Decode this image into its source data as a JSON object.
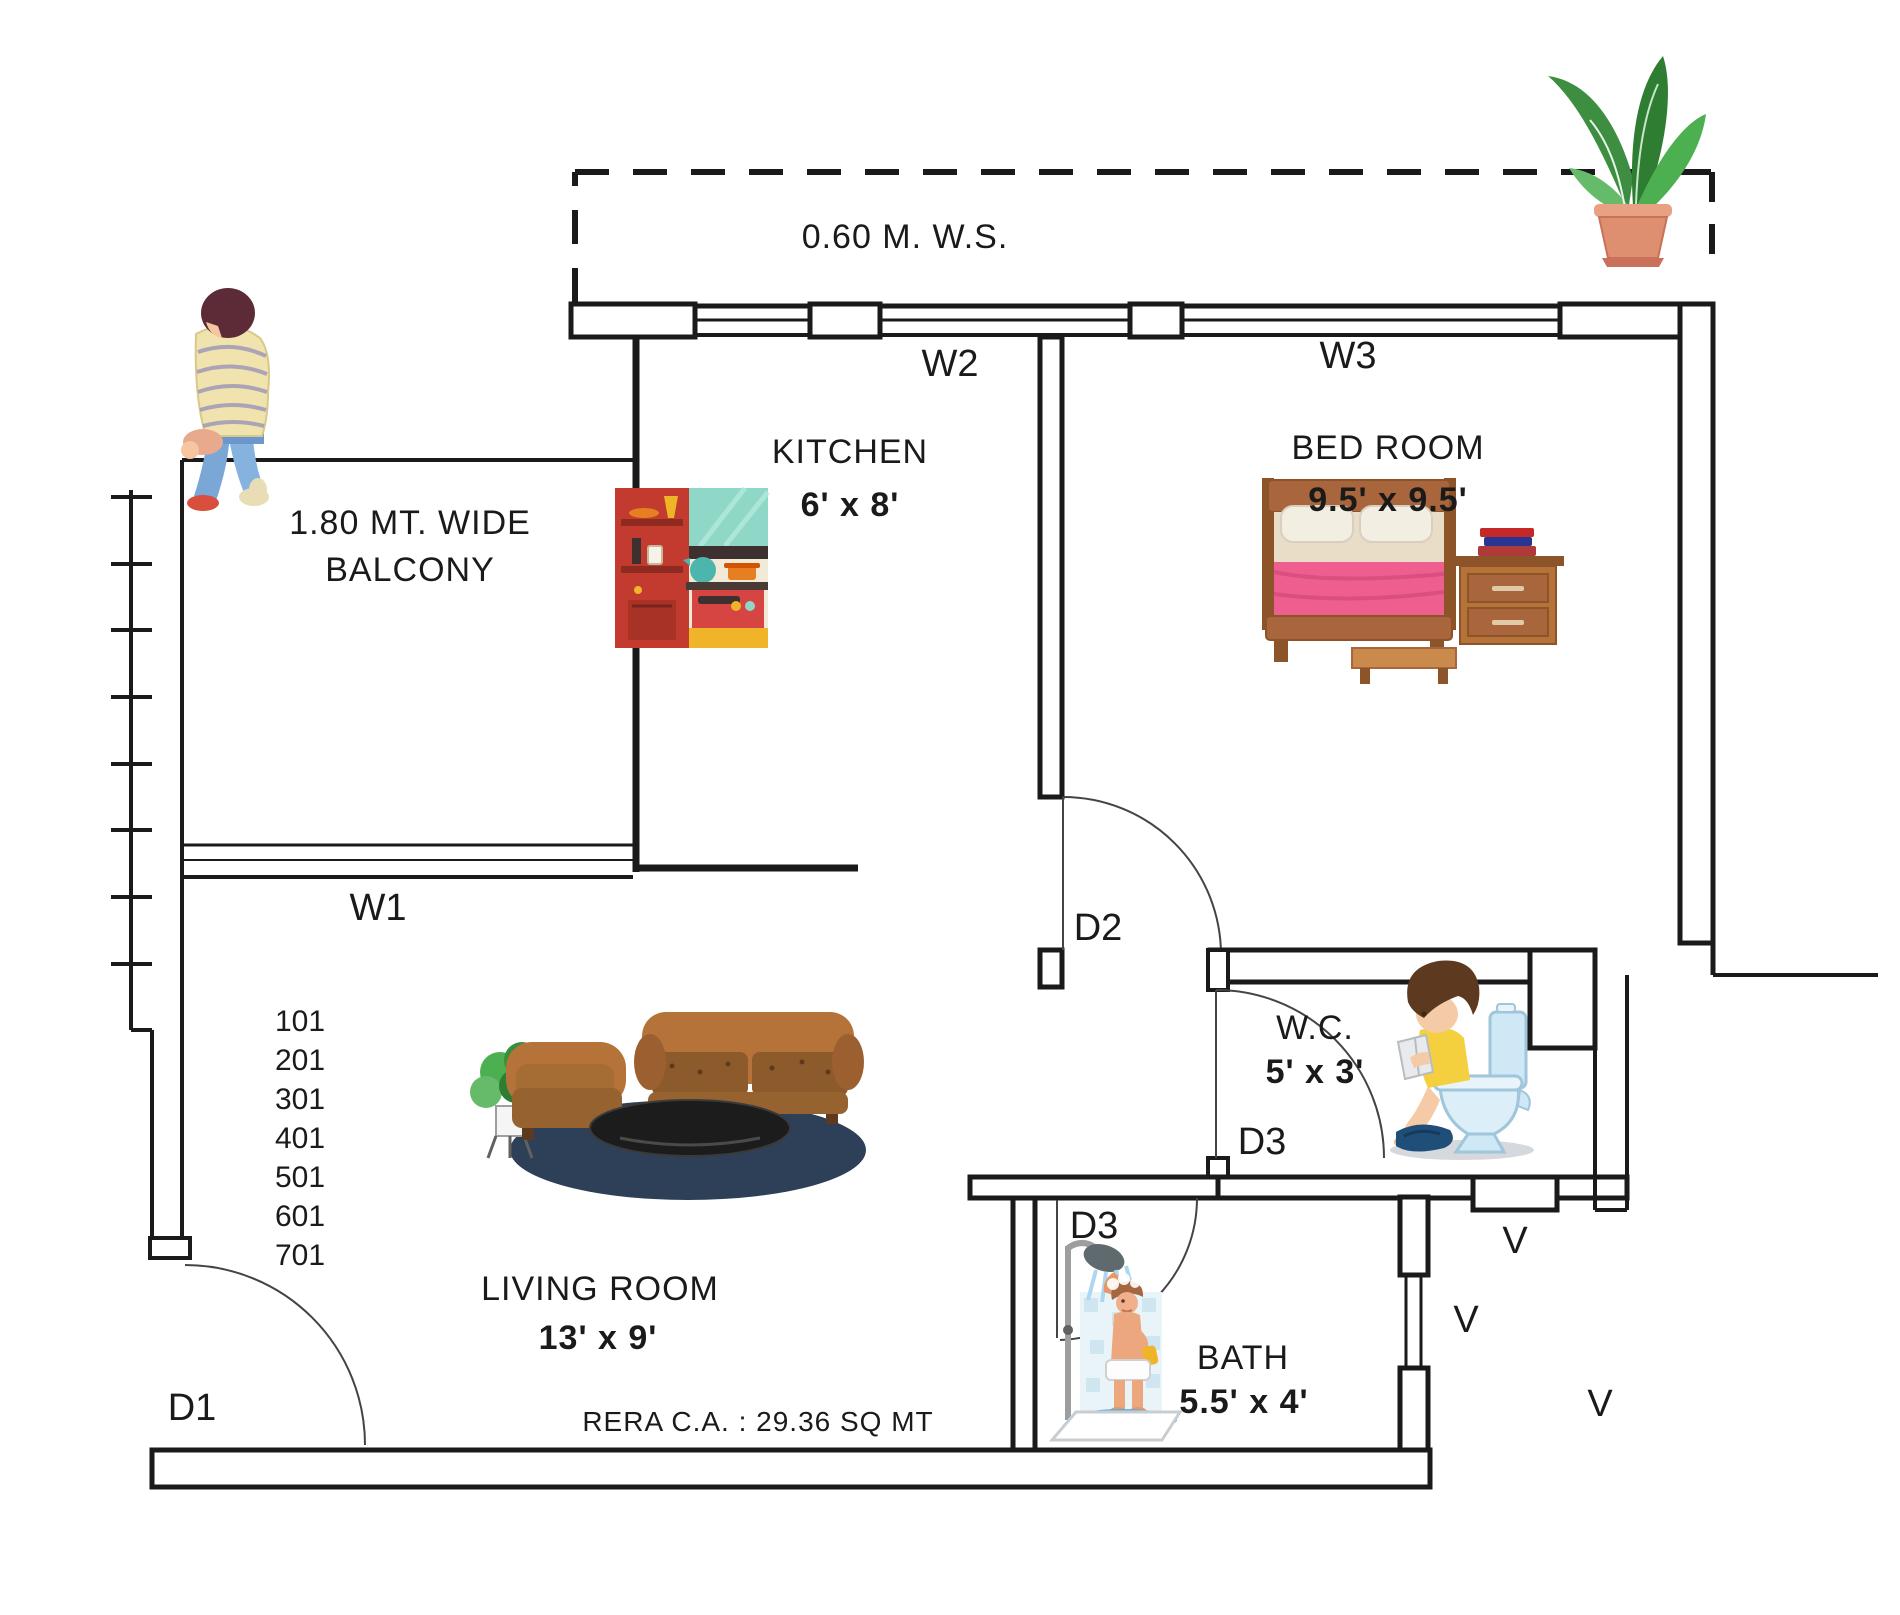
{
  "plan": {
    "annotations": {
      "ws": "0.60 M. W.S.",
      "rera": "RERA C.A. : 29.36 SQ MT",
      "balcony_line1": "1.80 MT. WIDE",
      "balcony_line2": "BALCONY"
    },
    "rooms": {
      "kitchen": {
        "name": "KITCHEN",
        "dims": "6' x 8'"
      },
      "bedroom": {
        "name": "BED ROOM",
        "dims": "9.5' x 9.5'"
      },
      "living": {
        "name": "LIVING ROOM",
        "dims": "13' x 9'"
      },
      "wc": {
        "name": "W.C.",
        "dims": "5' x 3'"
      },
      "bath": {
        "name": "BATH",
        "dims": "5.5' x 4'"
      }
    },
    "windows": {
      "w1": "W1",
      "w2": "W2",
      "w3": "W3"
    },
    "doors": {
      "d1": "D1",
      "d2": "D2",
      "d3_wc": "D3",
      "d3_bath": "D3"
    },
    "vents": {
      "v1": "V",
      "v2": "V",
      "v3": "V"
    },
    "floors": [
      "101",
      "201",
      "301",
      "401",
      "501",
      "601",
      "701"
    ],
    "colors": {
      "line": "#1a1a1a",
      "blanket_pink": "#ee5f8f",
      "sofa_brown": "#b5733a",
      "rug_navy": "#2e4057",
      "toilet_blue": "#cfe8f5",
      "plant_green": "#4caf50",
      "pot_terracotta": "#dd8f70",
      "stove_red": "#d64541",
      "stove_yellow": "#f0b429",
      "jeans_blue": "#7ba7d7",
      "shirt_yellow": "#f0e3ad"
    }
  }
}
